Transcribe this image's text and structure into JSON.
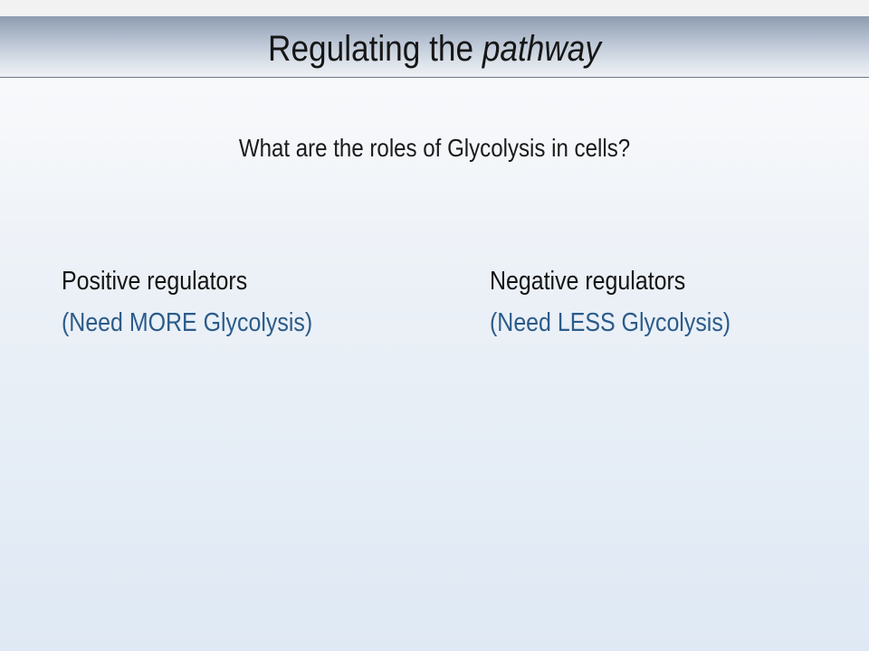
{
  "slide": {
    "title_main": "Regulating the ",
    "title_italic": "pathway",
    "question": "What are the roles of Glycolysis in cells?",
    "left_column": {
      "heading": "Positive regulators",
      "subheading": "(Need MORE Glycolysis)"
    },
    "right_column": {
      "heading": "Negative regulators",
      "subheading": "(Need LESS Glycolysis)"
    }
  },
  "colors": {
    "title_bar_top": "#8e9cb0",
    "background": "#dfe9f4",
    "subheading_text": "#2b5b8a"
  }
}
